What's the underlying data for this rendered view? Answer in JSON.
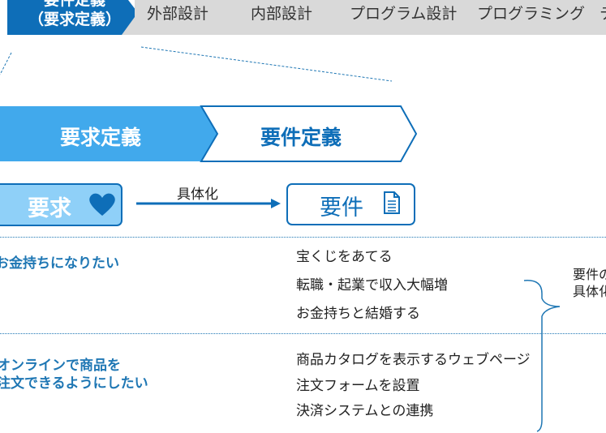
{
  "phases": {
    "active_line1": "要件定義",
    "active_line2": "（要求定義）",
    "items": [
      "外部設計",
      "内部設計",
      "プログラム設計",
      "プログラミング",
      "テ"
    ]
  },
  "flow": {
    "left": "要求定義",
    "right": "要件定義"
  },
  "cards": {
    "requirement_wish": "要求",
    "specification": "要件"
  },
  "arrow_label": "具体化",
  "examples": [
    {
      "wish": [
        "お金持ちになりたい"
      ],
      "specs": [
        "宝くじをあてる",
        "転職・起業で収入大幅増",
        "お金持ちと結婚する"
      ]
    },
    {
      "wish": [
        "オンラインで商品を",
        "注文できるようにしたい"
      ],
      "specs": [
        "商品カタログを表示するウェブページ",
        "注文フォームを設置",
        "決済システムとの連携"
      ]
    }
  ],
  "side_note": [
    "要件の",
    "具体化"
  ],
  "colors": {
    "dark_blue": "#0e6eb8",
    "mid_blue": "#41a9ec",
    "light_blue": "#8fd0f8",
    "grey": "#d9d9d9",
    "text_blue": "#1f77b4"
  }
}
